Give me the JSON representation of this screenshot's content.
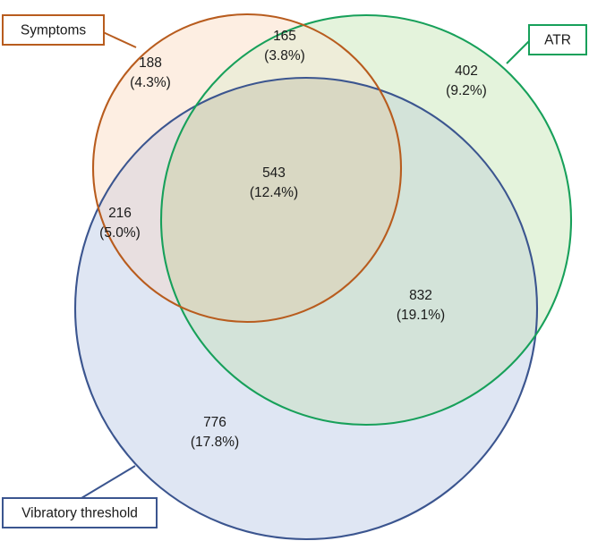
{
  "figure": {
    "type": "venn3",
    "background": "#ffffff"
  },
  "chart_data": {
    "type": "pie",
    "title": "",
    "sets": [
      {
        "key": "symptoms",
        "label": "Symptoms",
        "stroke": "#b85c1e",
        "fill": "#fdeee2",
        "callout_border": "#b85c1e"
      },
      {
        "key": "atr",
        "label": "ATR",
        "stroke": "#17a05a",
        "fill": "#e4f3dc",
        "callout_border": "#17a05a"
      },
      {
        "key": "vibratory",
        "label": "Vibratory threshold",
        "stroke": "#3b558f",
        "fill": "#dfe6f3",
        "callout_border": "#3b558f"
      }
    ],
    "regions": [
      {
        "id": "symptoms-only",
        "sets": [
          "symptoms"
        ],
        "count": "188",
        "percent": "(4.3%)",
        "value": 188,
        "pct": 4.3,
        "fill": "#fdeee2"
      },
      {
        "id": "symptoms-atr",
        "sets": [
          "symptoms",
          "atr"
        ],
        "count": "165",
        "percent": "(3.8%)",
        "value": 165,
        "pct": 3.8,
        "fill": "#eeedd9"
      },
      {
        "id": "atr-only",
        "sets": [
          "atr"
        ],
        "count": "402",
        "percent": "(9.2%)",
        "value": 402,
        "pct": 9.2,
        "fill": "#e4f3dc"
      },
      {
        "id": "symptoms-atr-vibratory",
        "sets": [
          "symptoms",
          "atr",
          "vibratory"
        ],
        "count": "543",
        "percent": "(12.4%)",
        "value": 543,
        "pct": 12.4,
        "fill": "#d9d8c3"
      },
      {
        "id": "symptoms-vibratory",
        "sets": [
          "symptoms",
          "vibratory"
        ],
        "count": "216",
        "percent": "(5.0%)",
        "value": 216,
        "pct": 5.0,
        "fill": "#e8dfe0"
      },
      {
        "id": "atr-vibratory",
        "sets": [
          "atr",
          "vibratory"
        ],
        "count": "832",
        "percent": "(19.1%)",
        "value": 832,
        "pct": 19.1,
        "fill": "#d3e3d9"
      },
      {
        "id": "vibratory-only",
        "sets": [
          "vibratory"
        ],
        "count": "776",
        "percent": "(17.8%)",
        "value": 776,
        "pct": 17.8,
        "fill": "#dfe6f3"
      }
    ],
    "labels": {
      "symptoms_only_count": "188",
      "symptoms_only_pct": "(4.3%)",
      "symptoms_atr_count": "165",
      "symptoms_atr_pct": "(3.8%)",
      "atr_only_count": "402",
      "atr_only_pct": "(9.2%)",
      "center_count": "543",
      "center_pct": "(12.4%)",
      "symptoms_vibratory_count": "216",
      "symptoms_vibratory_pct": "(5.0%)",
      "atr_vibratory_count": "832",
      "atr_vibratory_pct": "(19.1%)",
      "vibratory_only_count": "776",
      "vibratory_only_pct": "(17.8%)"
    },
    "callouts": {
      "symptoms": "Symptoms",
      "atr": "ATR",
      "vibratory": "Vibratory threshold"
    }
  }
}
